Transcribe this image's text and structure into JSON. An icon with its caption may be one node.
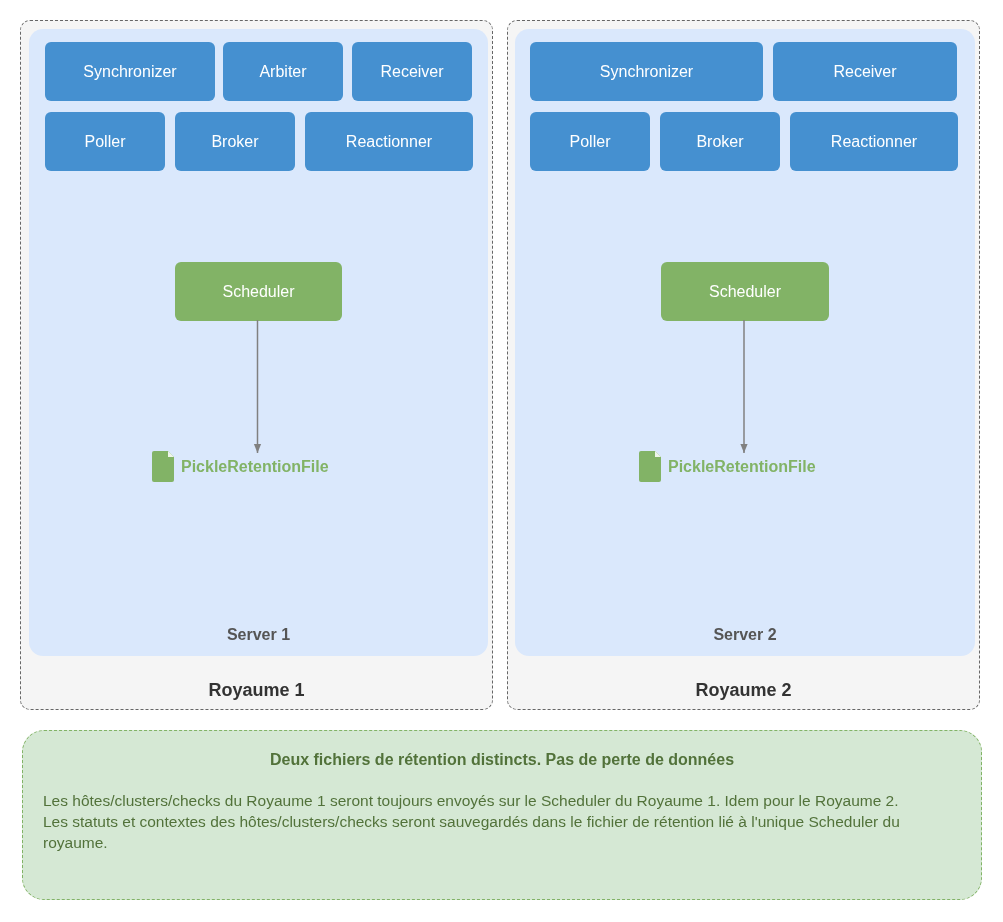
{
  "diagram": {
    "nodes": [
      {
        "text": [
          "Royaume 1"
        ]
      },
      {
        "text": [
          "Server 1"
        ],
        "in": 0
      },
      {
        "text": [
          "Synchronizer"
        ],
        "in": 1
      },
      {
        "text": [
          "Arbiter"
        ],
        "in": 1
      },
      {
        "text": [
          "Receiver"
        ],
        "in": 1
      },
      {
        "text": [
          "Poller"
        ],
        "in": 1
      },
      {
        "text": [
          "Broker"
        ],
        "in": 1
      },
      {
        "text": [
          "Reactionner"
        ],
        "in": 1
      },
      {
        "text": [
          "Scheduler"
        ],
        "in": 1
      },
      {
        "text": [
          "PickleRetentionFile"
        ],
        "in": 1
      },
      {
        "text": [
          "Royaume 2"
        ]
      },
      {
        "text": [
          "Server 2"
        ],
        "in": 10
      },
      {
        "text": [
          "Synchronizer"
        ],
        "in": 11
      },
      {
        "text": [
          "Receiver"
        ],
        "in": 11
      },
      {
        "text": [
          "Poller"
        ],
        "in": 11
      },
      {
        "text": [
          "Broker"
        ],
        "in": 11
      },
      {
        "text": [
          "Reactionner"
        ],
        "in": 11
      },
      {
        "text": [
          "Scheduler"
        ],
        "in": 11
      },
      {
        "text": [
          "PickleRetentionFile"
        ],
        "in": 11
      },
      {
        "text": [
          "Deux fichiers de rétention distincts. Pas de perte de données",
          "Les hôtes/clusters/checks du Royaume 1 seront toujours envoyés sur le Scheduler du Royaume 1. Idem pour le Royaume 2.",
          "Les statuts et contextes des hôtes/clusters/checks seront sauvegardés dans le fichier de rétention lié à l'unique Scheduler du royaume."
        ]
      }
    ],
    "edges": [
      {
        "from": 8,
        "to": 9,
        "arrow": "to"
      },
      {
        "from": 17,
        "to": 18,
        "arrow": "to"
      }
    ]
  }
}
